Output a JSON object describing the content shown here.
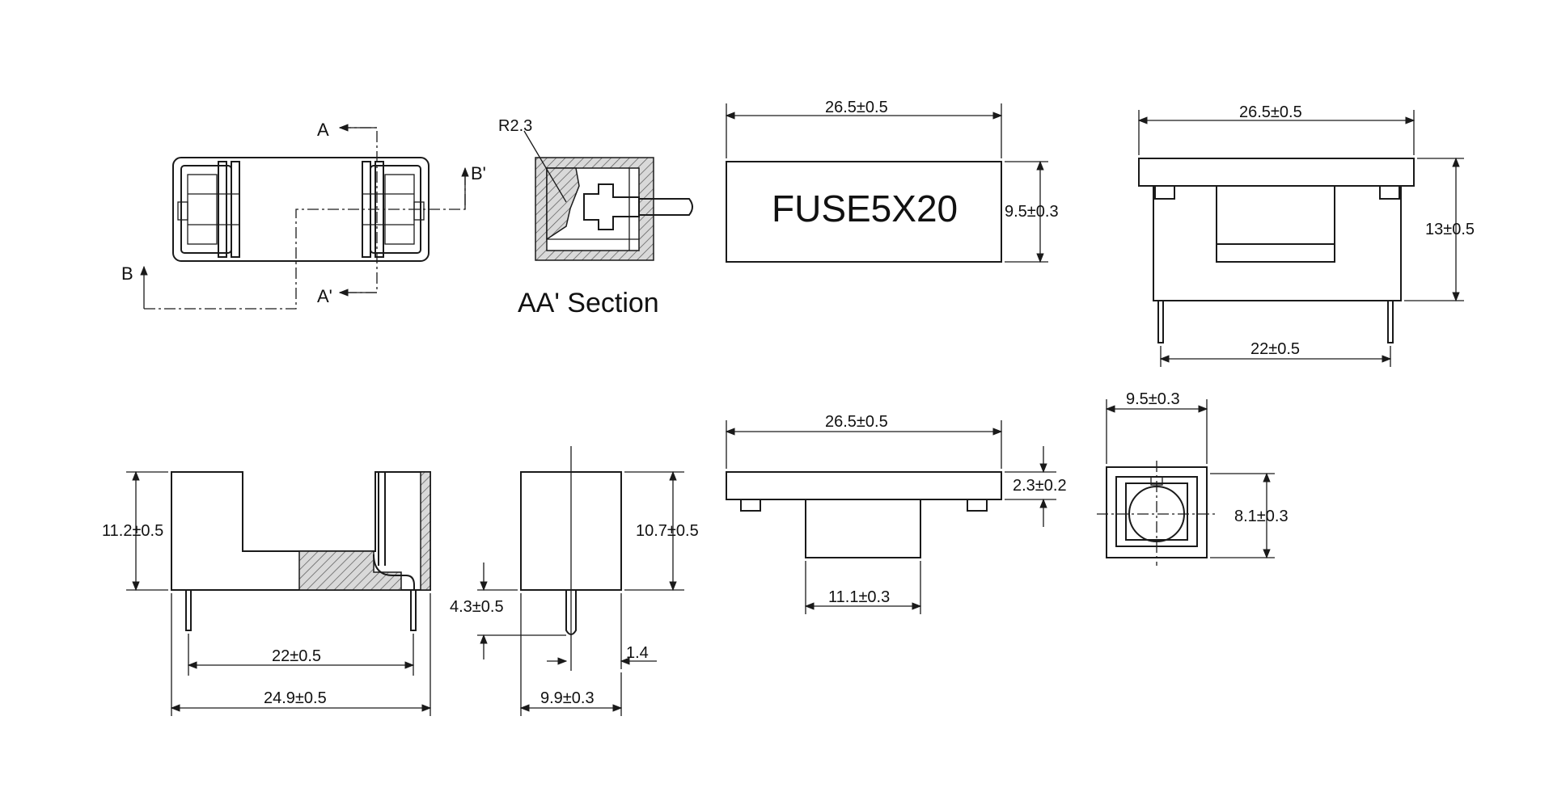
{
  "labels": {
    "section_a": "A",
    "section_a_prime": "A'",
    "section_b": "B",
    "section_b_prime": "B'",
    "radius": "R2.3",
    "section_caption": "AA' Section",
    "fuse_marking": "FUSE5X20"
  },
  "dimensions": {
    "front_length": "26.5±0.5",
    "front_height": "9.5±0.3",
    "side_length": "26.5±0.5",
    "side_height": "13±0.5",
    "side_pin_spacing": "22±0.5",
    "bottom_length": "26.5±0.5",
    "bottom_thickness": "2.3±0.2",
    "bottom_boss_width": "11.1±0.3",
    "end_width": "9.5±0.3",
    "end_height": "8.1±0.3",
    "section_height": "11.2±0.5",
    "section_pin_spacing": "22±0.5",
    "section_length": "24.9±0.5",
    "profile_pin_length": "4.3±0.5",
    "profile_height": "10.7±0.5",
    "profile_pin_offset": "1.4",
    "profile_width": "9.9±0.3"
  },
  "colors": {
    "line": "#1a1a1a",
    "background": "#ffffff"
  }
}
